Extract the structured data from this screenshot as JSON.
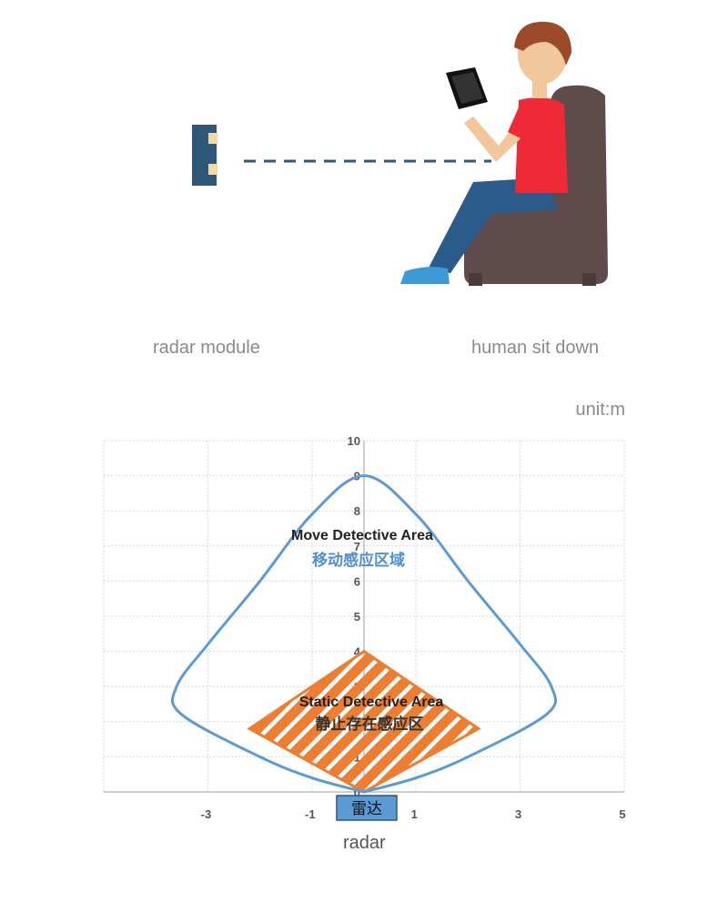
{
  "illustration": {
    "radar_label": "radar module",
    "human_label": "human sit down"
  },
  "unit_label": "unit:m",
  "colors": {
    "radar_module": "#2f5878",
    "move_area": "#5b9bd5",
    "static_area": "#ed7d31",
    "grid": "#d9d9d9",
    "radar_box": "#5b9bd5"
  },
  "chart": {
    "y_ticks": [
      "0",
      "1",
      "2",
      "3",
      "4",
      "5",
      "6",
      "7",
      "8",
      "9",
      "10"
    ],
    "x_ticks": [
      "-3",
      "-1",
      "1",
      "3",
      "5"
    ],
    "move_area_en": "Move Detective Area",
    "move_area_zh": "移动感应区域",
    "static_area_en": "Static Detective Area",
    "static_area_zh": "静止存在感应区",
    "radar_box_label": "雷达",
    "bottom_label": "radar"
  },
  "chart_data": {
    "type": "area",
    "xlim": [
      -5,
      5
    ],
    "ylim": [
      0,
      10
    ],
    "grid": true,
    "move_area_boundary": [
      [
        0,
        0
      ],
      [
        -1,
        0.4
      ],
      [
        -2,
        1
      ],
      [
        -3.5,
        2.2
      ],
      [
        -3.6,
        3
      ],
      [
        -3,
        4.2
      ],
      [
        -2,
        6
      ],
      [
        -1,
        7.9
      ],
      [
        0,
        9
      ],
      [
        1,
        7.9
      ],
      [
        2,
        6
      ],
      [
        3,
        4.2
      ],
      [
        3.6,
        3
      ],
      [
        3.5,
        2.2
      ],
      [
        2,
        1
      ],
      [
        1,
        0.4
      ],
      [
        0,
        0
      ]
    ],
    "static_area_boundary": [
      [
        0,
        0
      ],
      [
        -2.2,
        1.8
      ],
      [
        0,
        4
      ],
      [
        2.2,
        1.8
      ],
      [
        0,
        0
      ]
    ]
  }
}
